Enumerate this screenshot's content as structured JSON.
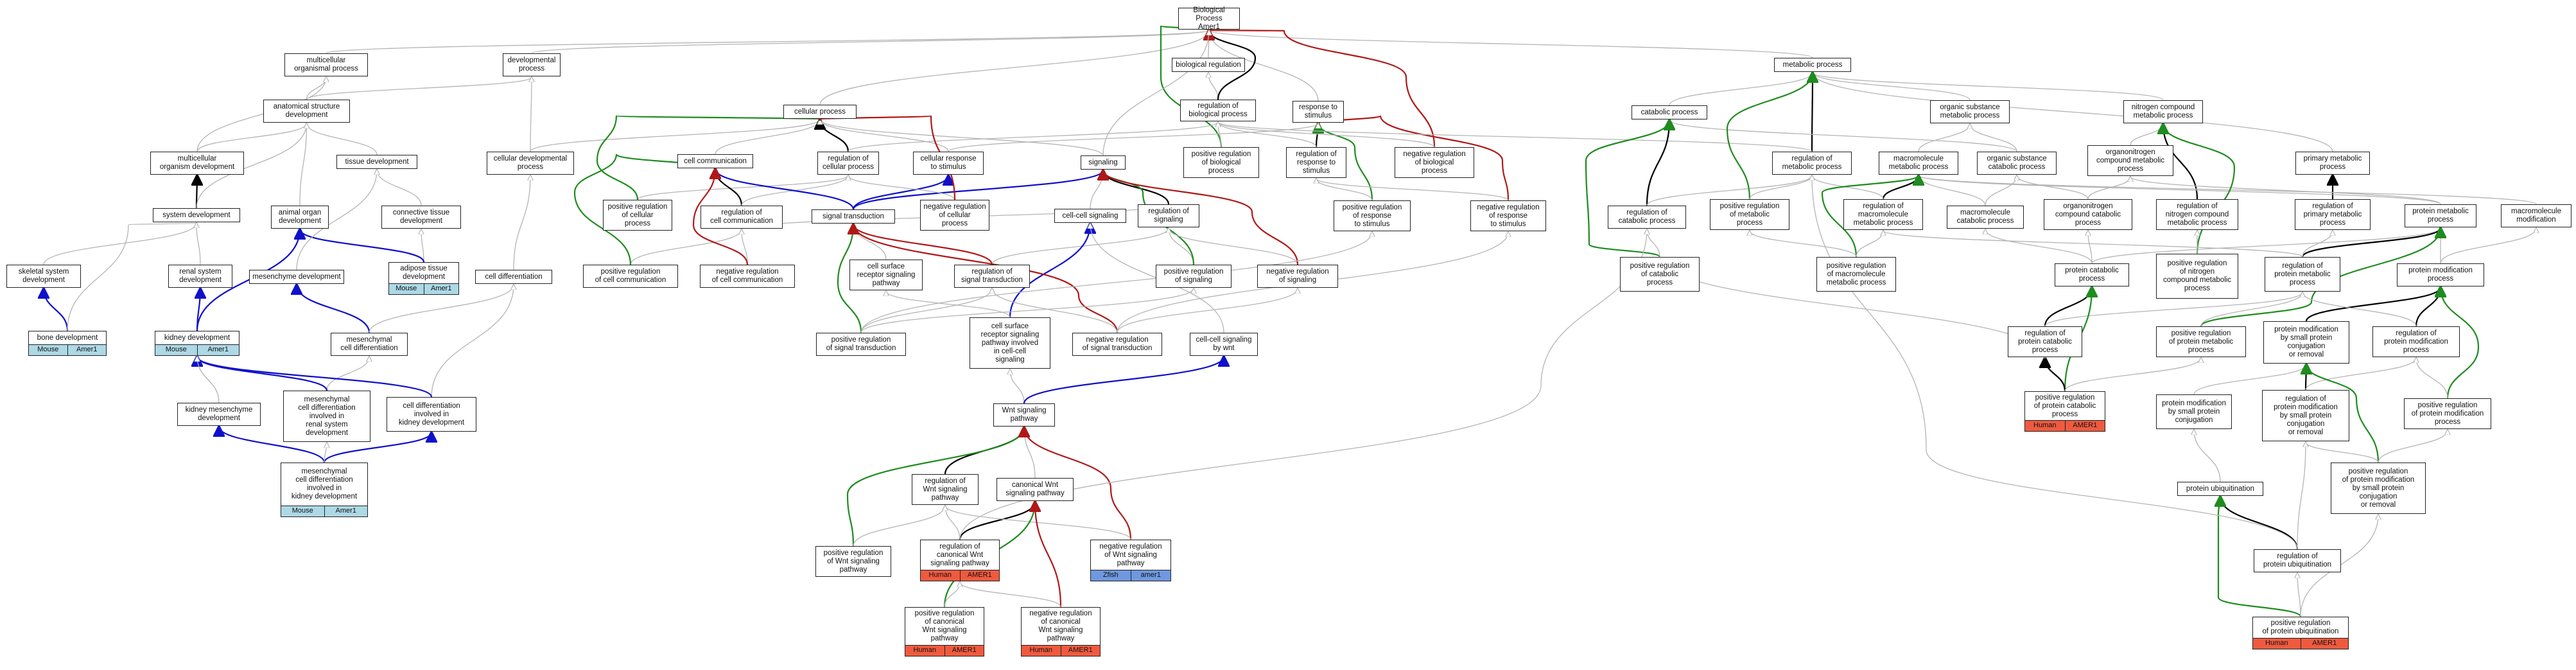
{
  "colors": {
    "is_a": "#b4b4b4",
    "part_of": "#000000",
    "regulates": "#1010cc",
    "positively_regulates": "#1e8c1e",
    "negatively_regulates": "#b01818",
    "mouse_badge": "#add8e6",
    "human_badge": "#ef5a3f",
    "zebrafish_badge": "#6f98e0"
  },
  "nodes": [
    {
      "id": "bp",
      "label": "Biological Process\nAmer1"
    },
    {
      "id": "biol_reg",
      "label": "biological regulation"
    },
    {
      "id": "reg_bp",
      "label": "regulation of\nbiological process"
    },
    {
      "id": "resp_stim",
      "label": "response to\nstimulus"
    },
    {
      "id": "multi_org",
      "label": "multicellular\norganismal process"
    },
    {
      "id": "dev_proc",
      "label": "developmental\nprocess"
    },
    {
      "id": "anat",
      "label": "anatomical structure\ndevelopment"
    },
    {
      "id": "multi_dev",
      "label": "multicellular\norganism development"
    },
    {
      "id": "tissue_dev",
      "label": "tissue development"
    },
    {
      "id": "sys_dev",
      "label": "system development"
    },
    {
      "id": "animal_organ",
      "label": "animal organ\ndevelopment"
    },
    {
      "id": "conn_tissue",
      "label": "connective tissue\ndevelopment"
    },
    {
      "id": "skeletal",
      "label": "skeletal system\ndevelopment"
    },
    {
      "id": "adipose",
      "label": "adipose tissue\ndevelopment",
      "species": [
        "Mouse",
        "Amer1"
      ],
      "species_type": "mouse"
    },
    {
      "id": "renal_sys",
      "label": "renal system\ndevelopment"
    },
    {
      "id": "mesench_dev",
      "label": "mesenchyme development"
    },
    {
      "id": "bone_dev",
      "label": "bone development",
      "species": [
        "Mouse",
        "Amer1"
      ],
      "species_type": "mouse"
    },
    {
      "id": "kidney_dev",
      "label": "kidney development",
      "species": [
        "Mouse",
        "Amer1"
      ],
      "species_type": "mouse"
    },
    {
      "id": "mesench_cd",
      "label": "mesenchymal\ncell differentiation"
    },
    {
      "id": "mes_renal",
      "label": "mesenchymal\ncell differentiation\ninvolved in\nrenal system\ndevelopment"
    },
    {
      "id": "cd_kidney",
      "label": "cell differentiation\ninvolved in\nkidney development"
    },
    {
      "id": "kidney_mes",
      "label": "kidney mesenchyme\ndevelopment"
    },
    {
      "id": "mes_kidney",
      "label": "mesenchymal\ncell differentiation\ninvolved in\nkidney development",
      "species": [
        "Mouse",
        "Amer1"
      ],
      "species_type": "mouse"
    },
    {
      "id": "cell_dev",
      "label": "cellular developmental\nprocess"
    },
    {
      "id": "cell_diff",
      "label": "cell differentiation"
    },
    {
      "id": "cellular_proc",
      "label": "cellular process"
    },
    {
      "id": "cell_comm",
      "label": "cell communication"
    },
    {
      "id": "reg_cp",
      "label": "regulation of\ncellular process"
    },
    {
      "id": "cell_resp",
      "label": "cellular response\nto stimulus"
    },
    {
      "id": "signaling",
      "label": "signaling"
    },
    {
      "id": "pos_reg_cp",
      "label": "positive regulation\nof cellular\nprocess"
    },
    {
      "id": "reg_cc",
      "label": "regulation of\ncell communication"
    },
    {
      "id": "sig_trans",
      "label": "signal transduction"
    },
    {
      "id": "neg_reg_cp",
      "label": "negative regulation\nof cellular\nprocess"
    },
    {
      "id": "pos_reg_cc",
      "label": "positive regulation\nof cell communication"
    },
    {
      "id": "neg_reg_cc",
      "label": "negative regulation\nof cell communication"
    },
    {
      "id": "csr_sig",
      "label": "cell surface\nreceptor signaling\npathway"
    },
    {
      "id": "reg_st",
      "label": "regulation of\nsignal transduction"
    },
    {
      "id": "cc_sig",
      "label": "cell-cell signaling"
    },
    {
      "id": "reg_sig",
      "label": "regulation of\nsignaling"
    },
    {
      "id": "pos_reg_sig",
      "label": "positive regulation\nof signaling"
    },
    {
      "id": "neg_reg_sig",
      "label": "negative regulation\nof signaling"
    },
    {
      "id": "pos_reg_bp",
      "label": "positive regulation\nof biological\nprocess"
    },
    {
      "id": "reg_resp",
      "label": "regulation of\nresponse to\nstimulus"
    },
    {
      "id": "neg_reg_bp",
      "label": "negative regulation\nof biological\nprocess"
    },
    {
      "id": "pos_reg_resp",
      "label": "positive regulation\nof response\nto stimulus"
    },
    {
      "id": "neg_reg_resp",
      "label": "negative regulation\nof response\nto stimulus"
    },
    {
      "id": "pos_reg_st",
      "label": "positive regulation\nof signal transduction"
    },
    {
      "id": "csr_cc",
      "label": "cell surface\nreceptor signaling\npathway involved\nin cell-cell\nsignaling"
    },
    {
      "id": "neg_reg_st",
      "label": "negative regulation\nof signal transduction"
    },
    {
      "id": "cc_wnt",
      "label": "cell-cell signaling\nby wnt"
    },
    {
      "id": "wnt",
      "label": "Wnt signaling\npathway"
    },
    {
      "id": "reg_wnt",
      "label": "regulation of\nWnt signaling\npathway"
    },
    {
      "id": "canon_wnt",
      "label": "canonical Wnt\nsignaling pathway"
    },
    {
      "id": "pos_reg_wnt",
      "label": "positive regulation\nof Wnt signaling\npathway"
    },
    {
      "id": "reg_canon",
      "label": "regulation of\ncanonical Wnt\nsignaling pathway",
      "species": [
        "Human",
        "AMER1"
      ],
      "species_type": "human"
    },
    {
      "id": "neg_reg_wnt",
      "label": "negative regulation\nof Wnt signaling\npathway",
      "species": [
        "Zfish",
        "amer1"
      ],
      "species_type": "fish"
    },
    {
      "id": "pos_reg_canon",
      "label": "positive regulation\nof canonical\nWnt signaling\npathway",
      "species": [
        "Human",
        "AMER1"
      ],
      "species_type": "human"
    },
    {
      "id": "neg_reg_canon",
      "label": "negative regulation\nof canonical\nWnt signaling\npathway",
      "species": [
        "Human",
        "AMER1"
      ],
      "species_type": "human"
    },
    {
      "id": "metab",
      "label": "metabolic process"
    },
    {
      "id": "catab",
      "label": "catabolic process"
    },
    {
      "id": "org_sub",
      "label": "organic substance\nmetabolic process"
    },
    {
      "id": "nitro",
      "label": "nitrogen compound\nmetabolic process"
    },
    {
      "id": "reg_metab",
      "label": "regulation of\nmetabolic process"
    },
    {
      "id": "macro_metab",
      "label": "macromolecule\nmetabolic process"
    },
    {
      "id": "org_sub_cat",
      "label": "organic substance\ncatabolic process"
    },
    {
      "id": "orgnitro",
      "label": "organonitrogen\ncompound metabolic\nprocess"
    },
    {
      "id": "primary",
      "label": "primary metabolic\nprocess"
    },
    {
      "id": "reg_catab",
      "label": "regulation of\ncatabolic process"
    },
    {
      "id": "pos_reg_metab",
      "label": "positive regulation\nof metabolic\nprocess"
    },
    {
      "id": "reg_macro",
      "label": "regulation of\nmacromolecule\nmetabolic process"
    },
    {
      "id": "macro_cat",
      "label": "macromolecule\ncatabolic process"
    },
    {
      "id": "orgnitro_cat",
      "label": "organonitrogen\ncompound catabolic\nprocess"
    },
    {
      "id": "reg_nitro",
      "label": "regulation of\nnitrogen compound\nmetabolic process"
    },
    {
      "id": "reg_primary",
      "label": "regulation of\nprimary metabolic\nprocess"
    },
    {
      "id": "prot_metab",
      "label": "protein metabolic\nprocess"
    },
    {
      "id": "macro_mod",
      "label": "macromolecule\nmodification"
    },
    {
      "id": "pos_reg_catab",
      "label": "positive regulation\nof catabolic\nprocess"
    },
    {
      "id": "pos_reg_macro",
      "label": "positive regulation\nof macromolecule\nmetabolic process"
    },
    {
      "id": "prot_cat",
      "label": "protein catabolic\nprocess"
    },
    {
      "id": "pos_reg_nitro",
      "label": "positive regulation\nof nitrogen\ncompound metabolic\nprocess"
    },
    {
      "id": "reg_prot_metab",
      "label": "regulation of\nprotein metabolic\nprocess"
    },
    {
      "id": "prot_mod",
      "label": "protein modification\nprocess"
    },
    {
      "id": "reg_prot_cat",
      "label": "regulation of\nprotein catabolic\nprocess"
    },
    {
      "id": "pos_reg_pmp",
      "label": "positive regulation\nof protein metabolic\nprocess"
    },
    {
      "id": "pm_conj",
      "label": "protein modification\nby small protein\nconjugation\nor removal"
    },
    {
      "id": "reg_pmod",
      "label": "regulation of\nprotein modification\nprocess"
    },
    {
      "id": "pos_reg_pcat",
      "label": "positive regulation\nof protein catabolic\nprocess",
      "species": [
        "Human",
        "AMER1"
      ],
      "species_type": "human"
    },
    {
      "id": "pm_small",
      "label": "protein modification\nby small protein\nconjugation"
    },
    {
      "id": "reg_pm_conj",
      "label": "regulation of\nprotein modification\nby small protein\nconjugation\nor removal"
    },
    {
      "id": "pos_reg_pmod",
      "label": "positive regulation\nof protein modification\nprocess"
    },
    {
      "id": "pos_reg_pm_conj",
      "label": "positive regulation\nof protein modification\nby small protein\nconjugation\nor removal"
    },
    {
      "id": "prot_ubiq",
      "label": "protein ubiquitination"
    },
    {
      "id": "reg_ubiq",
      "label": "regulation of\nprotein ubiquitination"
    },
    {
      "id": "pos_reg_ubiq",
      "label": "positive regulation\nof protein ubiquitination",
      "species": [
        "Human",
        "AMER1"
      ],
      "species_type": "human"
    }
  ]
}
